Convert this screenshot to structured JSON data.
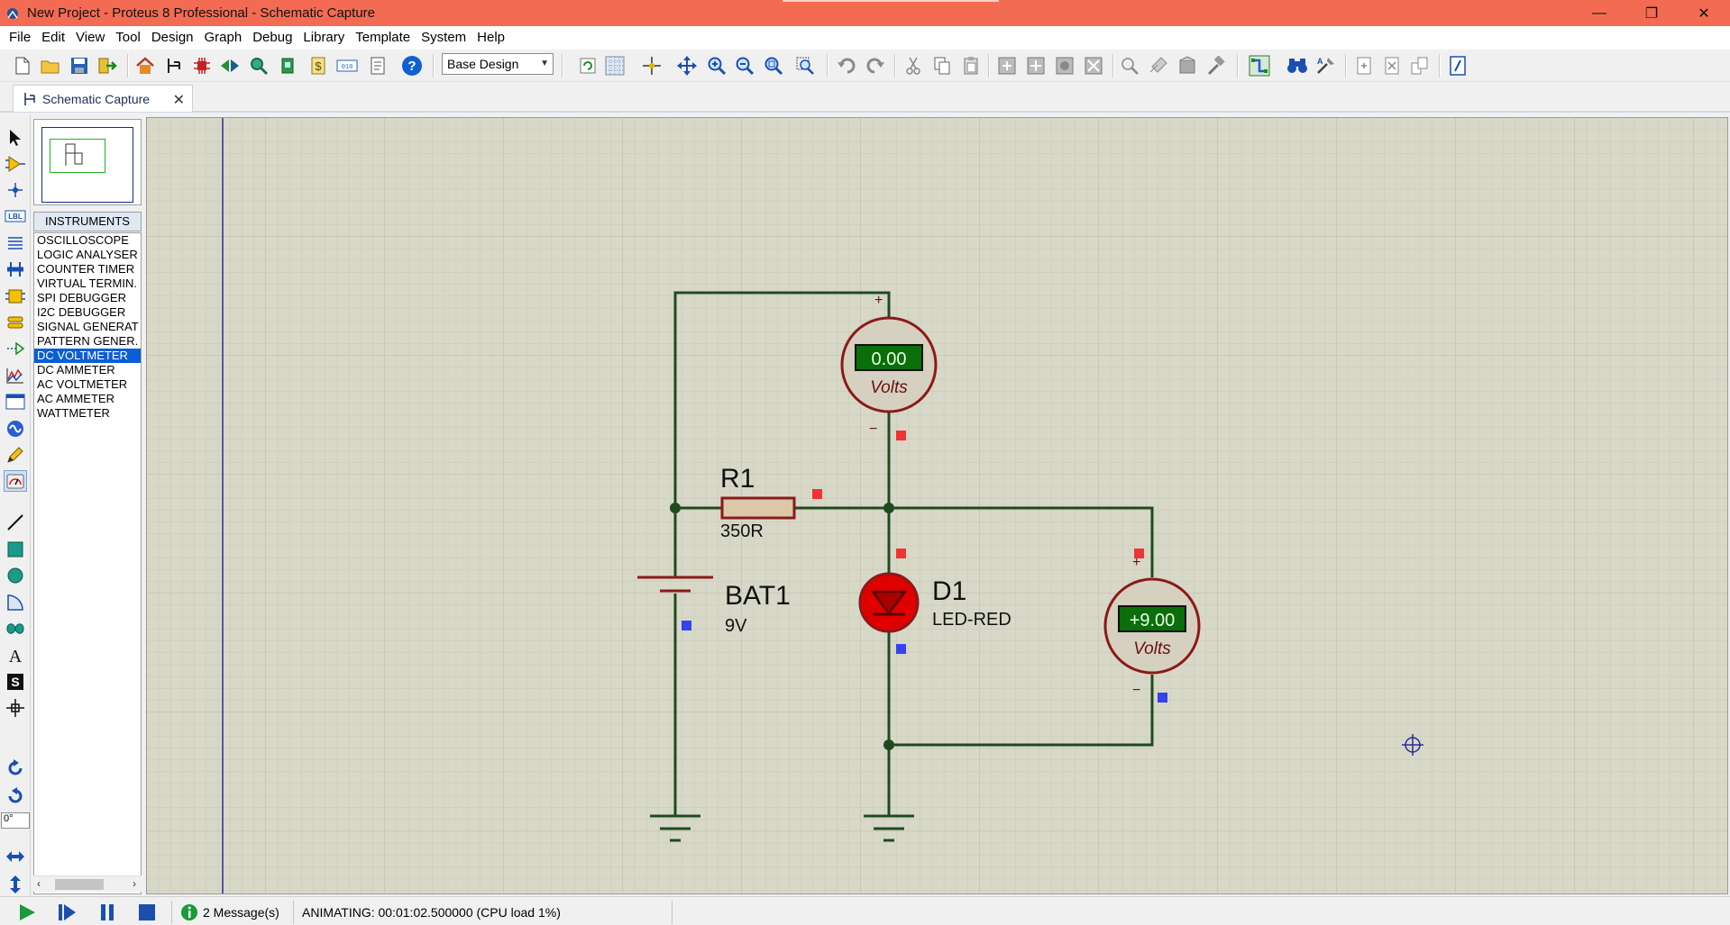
{
  "window": {
    "title": "New Project - Proteus 8 Professional - Schematic Capture",
    "minimize": "—",
    "restore": "❐",
    "close": "✕"
  },
  "menu": [
    "File",
    "Edit",
    "View",
    "Tool",
    "Design",
    "Graph",
    "Debug",
    "Library",
    "Template",
    "System",
    "Help"
  ],
  "toolbar": {
    "variant": "Base Design",
    "variant_arrow": "⌵"
  },
  "tab": {
    "label": "Schematic Capture",
    "close": "✕"
  },
  "device_panel": {
    "header": "INSTRUMENTS",
    "items": [
      "OSCILLOSCOPE",
      "LOGIC ANALYSER",
      "COUNTER TIMER",
      "VIRTUAL TERMIN.",
      "SPI DEBUGGER",
      "I2C DEBUGGER",
      "SIGNAL GENERAT",
      "PATTERN GENER.",
      "DC VOLTMETER",
      "DC AMMETER",
      "AC VOLTMETER",
      "AC AMMETER",
      "WATTMETER"
    ],
    "selected": "DC VOLTMETER",
    "scroll_left": "‹",
    "scroll_right": "›"
  },
  "rotation": "0°",
  "schematic": {
    "resistor": {
      "ref": "R1",
      "value": "350R"
    },
    "battery": {
      "ref": "BAT1",
      "value": "9V"
    },
    "led": {
      "ref": "D1",
      "value": "LED-RED"
    },
    "voltmeter_top": {
      "reading": "0.00",
      "unit": "Volts",
      "plus": "+",
      "minus": "−"
    },
    "voltmeter_right": {
      "reading": "+9.00",
      "unit": "Volts",
      "plus": "+",
      "minus": "−"
    },
    "colors": {
      "background": "#d8d8c8",
      "grid": "#c6c6b4",
      "wire": "#1f4a1f",
      "component": "#8b1a1a",
      "led_fill": "#e00000",
      "meter_face": "#d6d0c0",
      "lcd_bg": "#0a6e0a",
      "lcd_text": "#e8ffe8",
      "pin_high": "#ee3333",
      "pin_low": "#3344ee"
    }
  },
  "status": {
    "messages": "2 Message(s)",
    "text": "ANIMATING: 00:01:02.500000 (CPU load 1%)"
  }
}
